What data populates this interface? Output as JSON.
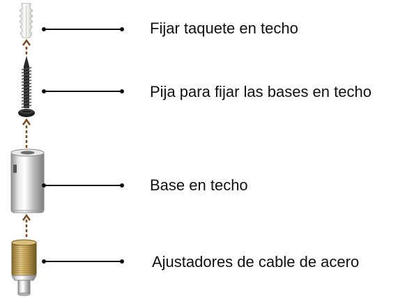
{
  "parts": [
    {
      "id": "anchor",
      "label": "Fijar taquete en techo",
      "icon": "wall-plug-anchor-icon"
    },
    {
      "id": "screw",
      "label": "Pija para fijar las bases en techo",
      "icon": "screw-icon"
    },
    {
      "id": "base",
      "label": "Base en techo",
      "icon": "ceiling-base-cylinder-icon"
    },
    {
      "id": "adjuster",
      "label": "Ajustadores de cable de acero",
      "icon": "cable-adjuster-icon"
    }
  ],
  "colors": {
    "leader_line": "#111111",
    "assembly_arrow": "#7a4a1e",
    "label_text": "#111111"
  }
}
